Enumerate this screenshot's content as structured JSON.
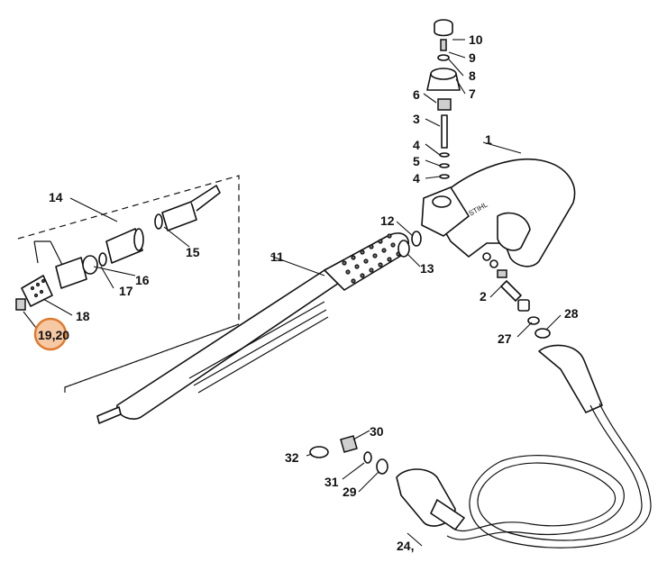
{
  "callouts": {
    "c1": "1",
    "c2": "2",
    "c3": "3",
    "c4a": "4",
    "c4b": "4",
    "c5": "5",
    "c6": "6",
    "c7": "7",
    "c8": "8",
    "c9": "9",
    "c10": "10",
    "c11": "11",
    "c12": "12",
    "c13": "13",
    "c14": "14",
    "c15": "15",
    "c16": "16",
    "c17": "17",
    "c18": "18",
    "c19_20": "19,20",
    "c24": "24,",
    "c27": "27",
    "c28": "28",
    "c29": "29",
    "c30": "30",
    "c31": "31",
    "c32": "32"
  },
  "highlight": {
    "color": "#e07a2e",
    "fill": "#f6c9a4",
    "target": "19,20"
  },
  "brand_mark": "STIHL"
}
